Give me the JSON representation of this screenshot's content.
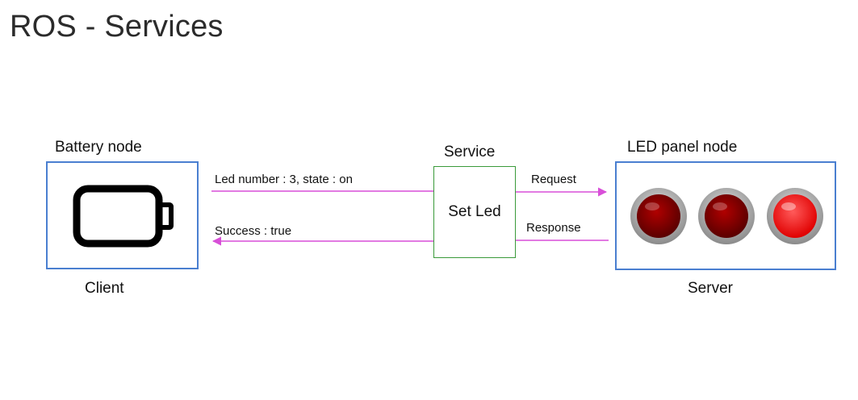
{
  "title": "ROS - Services",
  "client": {
    "heading": "Battery node",
    "role": "Client"
  },
  "service": {
    "heading": "Service",
    "name": "Set Led"
  },
  "server": {
    "heading": "LED panel node",
    "role": "Server"
  },
  "messages": {
    "client_request": "Led number : 3, state : on",
    "client_response": "Success : true",
    "server_request": "Request",
    "server_response": "Response"
  },
  "leds": [
    {
      "state": "off",
      "color": "#8b0000"
    },
    {
      "state": "off",
      "color": "#8b0000"
    },
    {
      "state": "on",
      "color": "#ff1a1a"
    }
  ],
  "colors": {
    "arrow": "#d84fd8",
    "node_border": "#4a7fd0",
    "service_border": "#3a9a3a"
  }
}
